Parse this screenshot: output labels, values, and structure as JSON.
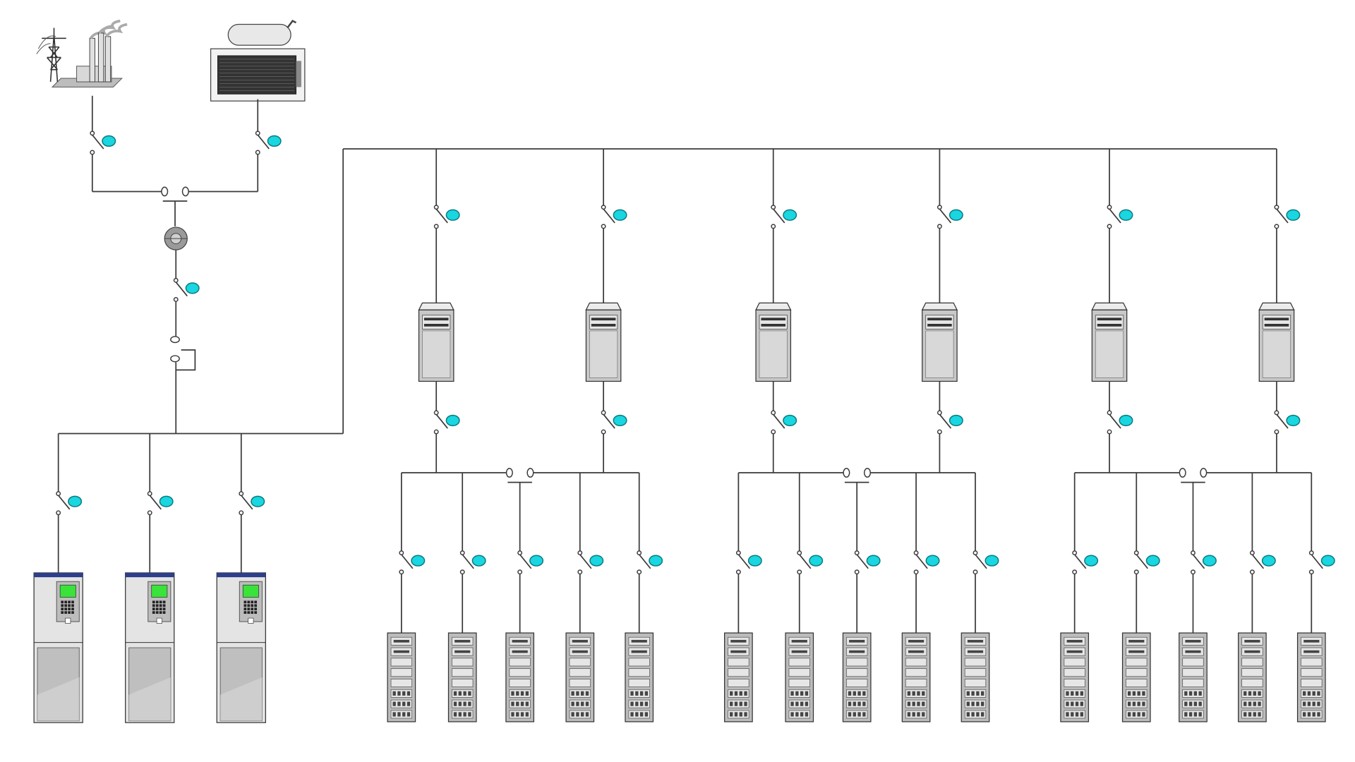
{
  "diagram": {
    "sources": [
      "utility-power-plant",
      "diesel-generator"
    ],
    "ups_count": 3,
    "pdu_count": 6,
    "server_groups": 3,
    "servers_per_group": 5,
    "colors": {
      "line": "#3a3a3a",
      "switch_indicator": "#19d6e0",
      "equipment_body": "#c8c8c8",
      "ups_display": "#39e339",
      "ups_header": "#2c3e8c"
    },
    "icons": {
      "utility": "power-plant-icon",
      "generator": "generator-icon",
      "transfer": "transfer-switch-icon",
      "meter": "meter-icon",
      "ups": "ups-cabinet-icon",
      "pdu": "pdu-tower-icon",
      "server": "server-rack-icon",
      "switch": "breaker-switch-icon"
    }
  }
}
